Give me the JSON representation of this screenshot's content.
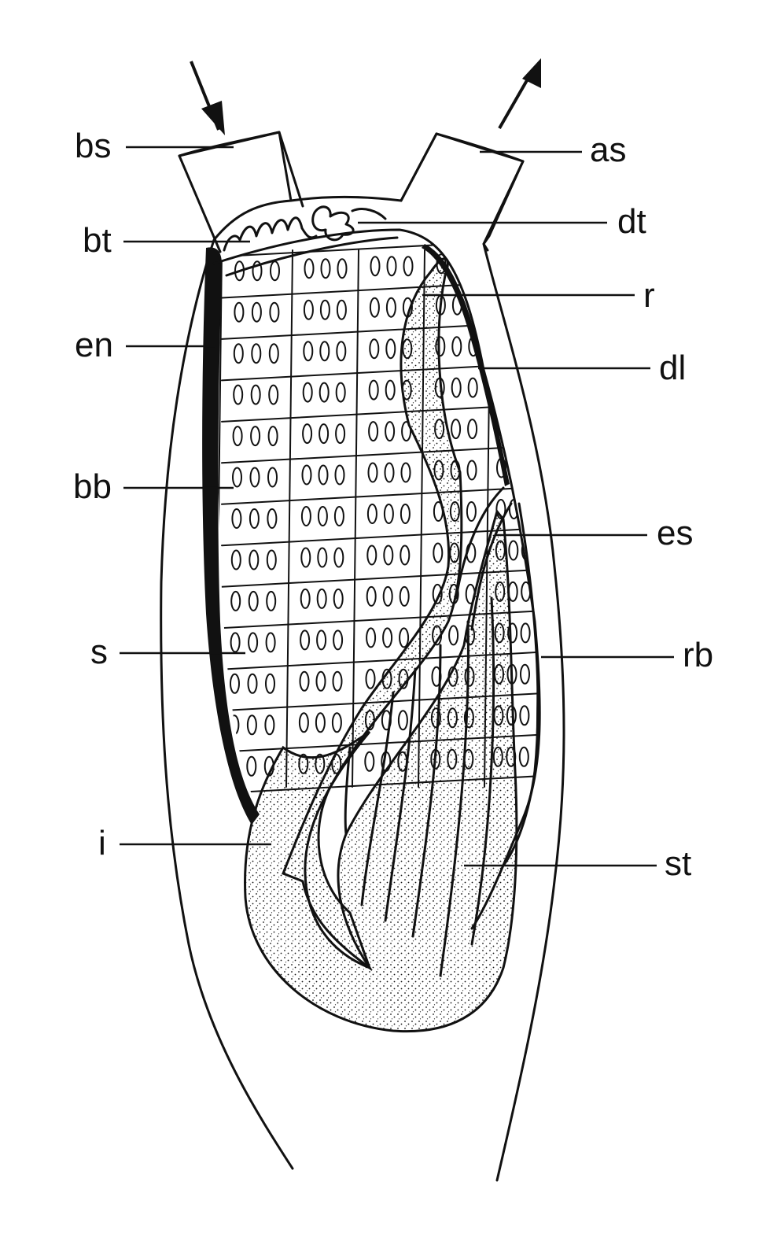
{
  "diagram": {
    "labels": {
      "bs": "bs",
      "as": "as",
      "bt": "bt",
      "dt": "dt",
      "r": "r",
      "en": "en",
      "dl": "dl",
      "bb": "bb",
      "es": "es",
      "s": "s",
      "rb": "rb",
      "i": "i",
      "st": "st"
    },
    "colors": {
      "ink": "#111111",
      "paper": "#ffffff"
    },
    "grid": {
      "rows": 13,
      "ovals_per_cell": 3
    }
  }
}
